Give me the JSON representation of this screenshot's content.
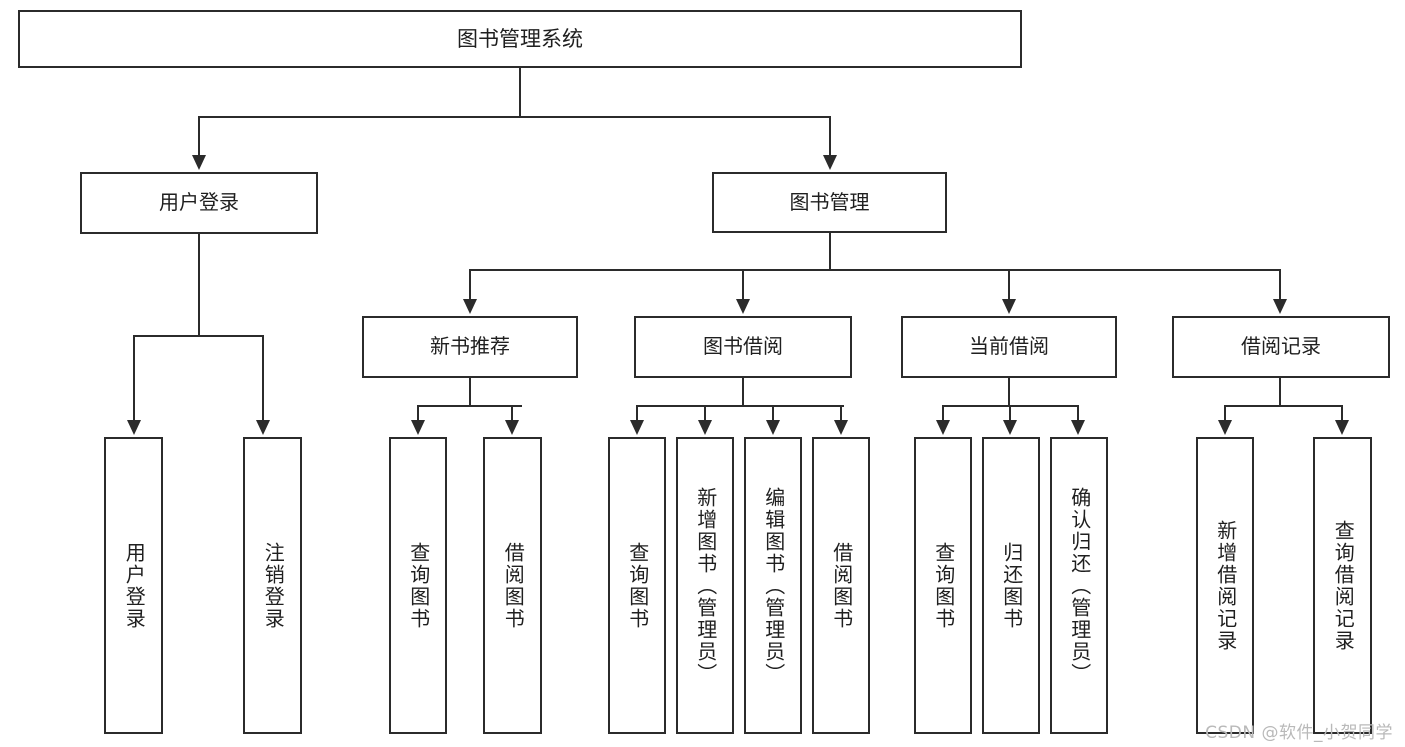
{
  "diagram": {
    "title": "图书管理系统",
    "watermark": "CSDN @软件_小贺同学",
    "colors": {
      "stroke": "#2b2b2b",
      "fill": "#ffffff",
      "text": "#1f1f1f",
      "watermark": "#b9b9b9"
    }
  },
  "nodes": {
    "root": {
      "label": "图书管理系统"
    },
    "level2": [
      {
        "label": "用户登录"
      },
      {
        "label": "图书管理"
      }
    ],
    "level3": [
      {
        "label": "新书推荐"
      },
      {
        "label": "图书借阅"
      },
      {
        "label": "当前借阅"
      },
      {
        "label": "借阅记录"
      }
    ],
    "leaves": {
      "user_login": [
        {
          "label": "用户登录"
        },
        {
          "label": "注销登录"
        }
      ],
      "new_book_recommend": [
        {
          "label": "查询图书"
        },
        {
          "label": "借阅图书"
        }
      ],
      "book_borrow": [
        {
          "label": "查询图书"
        },
        {
          "label": "新增图书（管理员）"
        },
        {
          "label": "编辑图书（管理员）"
        },
        {
          "label": "借阅图书"
        }
      ],
      "current_borrow": [
        {
          "label": "查询图书"
        },
        {
          "label": "归还图书"
        },
        {
          "label": "确认归还（管理员）"
        }
      ],
      "borrow_record": [
        {
          "label": "新增借阅记录"
        },
        {
          "label": "查询借阅记录"
        }
      ]
    }
  }
}
